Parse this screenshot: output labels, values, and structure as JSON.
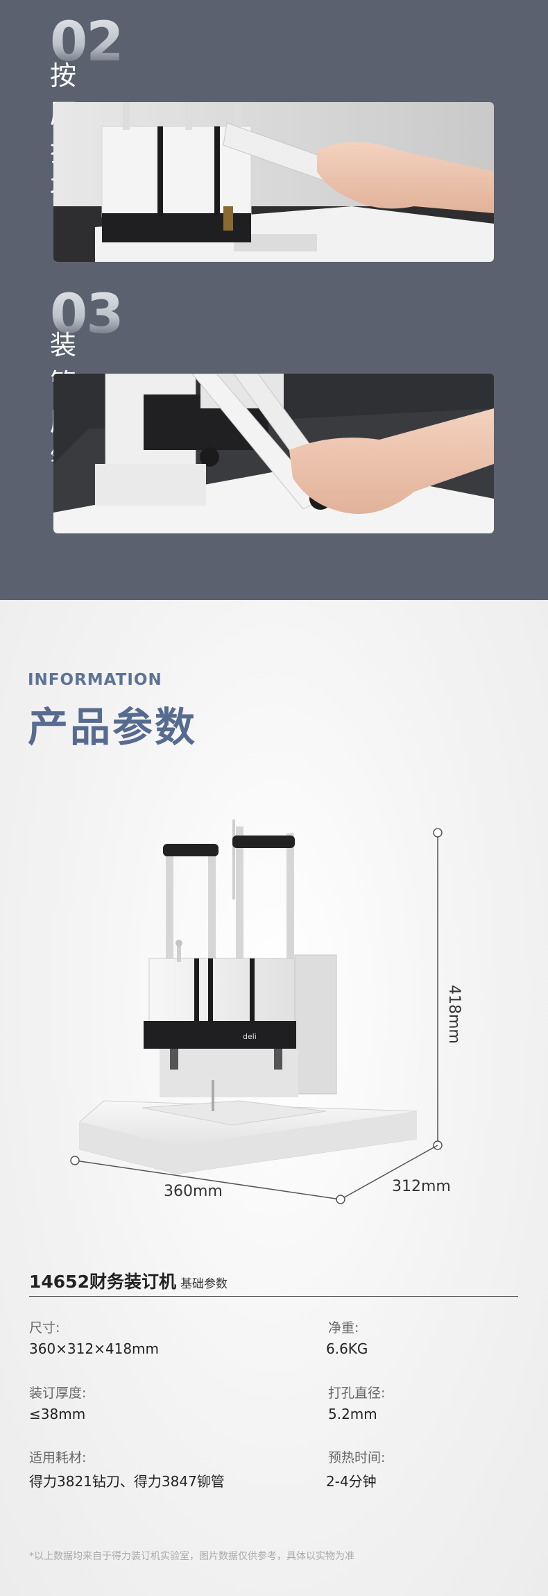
{
  "steps": [
    {
      "number": "02",
      "title": "按压打孔"
    },
    {
      "number": "03",
      "title": "装管压铆"
    }
  ],
  "info": {
    "en": "INFORMATION",
    "cn": "产品参数"
  },
  "dimensions": {
    "height": "418mm",
    "width": "360mm",
    "depth": "312mm"
  },
  "product_logo": "deli",
  "spec": {
    "model_title": "14652财务装订机",
    "subtitle": "基础参数",
    "items": [
      {
        "label": "尺寸:",
        "value": "360×312×418mm"
      },
      {
        "label": "净重:",
        "value": "6.6KG"
      },
      {
        "label": "装订厚度:",
        "value": "≤38mm"
      },
      {
        "label": "打孔直径:",
        "value": "5.2mm"
      },
      {
        "label": "适用耗材:",
        "value": "得力3821钻刀、得力3847铆管"
      },
      {
        "label": "预热时间:",
        "value": "2-4分钟"
      }
    ]
  },
  "note": "*以上数据均来自于得力装订机实验室，图片数据仅供参考，具体以实物为准",
  "colors": {
    "dark_bg": "#5b616e",
    "accent_blue": "#566b8f",
    "light_bg": "#f2f2f2"
  }
}
